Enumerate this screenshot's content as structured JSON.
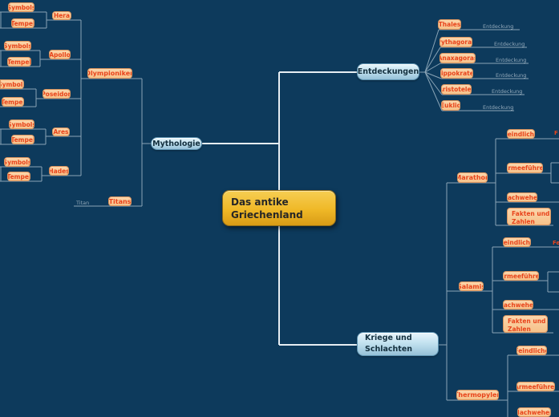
{
  "root": {
    "label": "Das antike Griechenland"
  },
  "mythologie": {
    "label": "Mythologie",
    "olympioniken": {
      "label": "Olympioniken",
      "gods": [
        {
          "name": "Hera",
          "symbols": "Symbols",
          "tempel": "Tempel"
        },
        {
          "name": "Apollo",
          "symbols": "Symbols",
          "tempel": "Tempel"
        },
        {
          "name": "Poseidon",
          "symbols": "Symbols",
          "tempel": "Tempel"
        },
        {
          "name": "Ares",
          "symbols": "Symbols",
          "tempel": "Tempel"
        },
        {
          "name": "Hades",
          "symbols": "Symbols",
          "tempel": "Tempel"
        }
      ]
    },
    "titans": {
      "label": "Titans",
      "child": "Titan"
    }
  },
  "entdeckungen": {
    "label": "Entdeckungen",
    "scholars": [
      {
        "name": "Thales",
        "child": "Entdeckung"
      },
      {
        "name": "Pythagoras",
        "child": "Entdeckung"
      },
      {
        "name": "Anaxagoras",
        "child": "Entdeckung"
      },
      {
        "name": "Hippokrates",
        "child": "Entdeckung"
      },
      {
        "name": "Aristoteles",
        "child": "Entdeckung"
      },
      {
        "name": "Euklid",
        "child": "Entdeckung"
      }
    ]
  },
  "kriege": {
    "label": "Kriege und Schlachten",
    "battles": [
      {
        "name": "Marathon",
        "children": [
          "Feindliche",
          "Armeeführer",
          "Nachwehen",
          "Fakten und Zahlen"
        ]
      },
      {
        "name": "Salamis",
        "children": [
          "Feindliche",
          "Armeeführer",
          "Nachwehen",
          "Fakten und Zahlen"
        ]
      },
      {
        "name": "Thermopylen",
        "children": [
          "Feindliche",
          "Armeeführer",
          "Nachwehen"
        ]
      }
    ]
  },
  "clipped": {
    "right_edge_1": "F",
    "right_edge_2": "Fe"
  },
  "colors": {
    "background": "#0d3a5c",
    "node_fill": "#f8c795",
    "node_border": "#d9945f",
    "node_text": "#e8441c",
    "topic_fill": "#aed3e6",
    "root_fill": "#efb827",
    "line": "#8aa4b6",
    "trunk": "#e6edf3",
    "muted_text": "#93a9ba"
  }
}
